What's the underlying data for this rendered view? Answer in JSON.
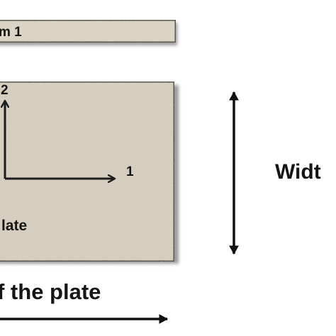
{
  "beam_label": "m 1",
  "axis_2_label": "2",
  "axis_1_label": "1",
  "plate_label": "late",
  "width_label": "Widt",
  "length_label": "f the plate",
  "colors": {
    "plate_fill": "#d9d2c3",
    "beam_fill": "#e0d9ca",
    "outline": "#1c1c1c",
    "text": "#151515",
    "shadow": "#9a9a9a"
  }
}
